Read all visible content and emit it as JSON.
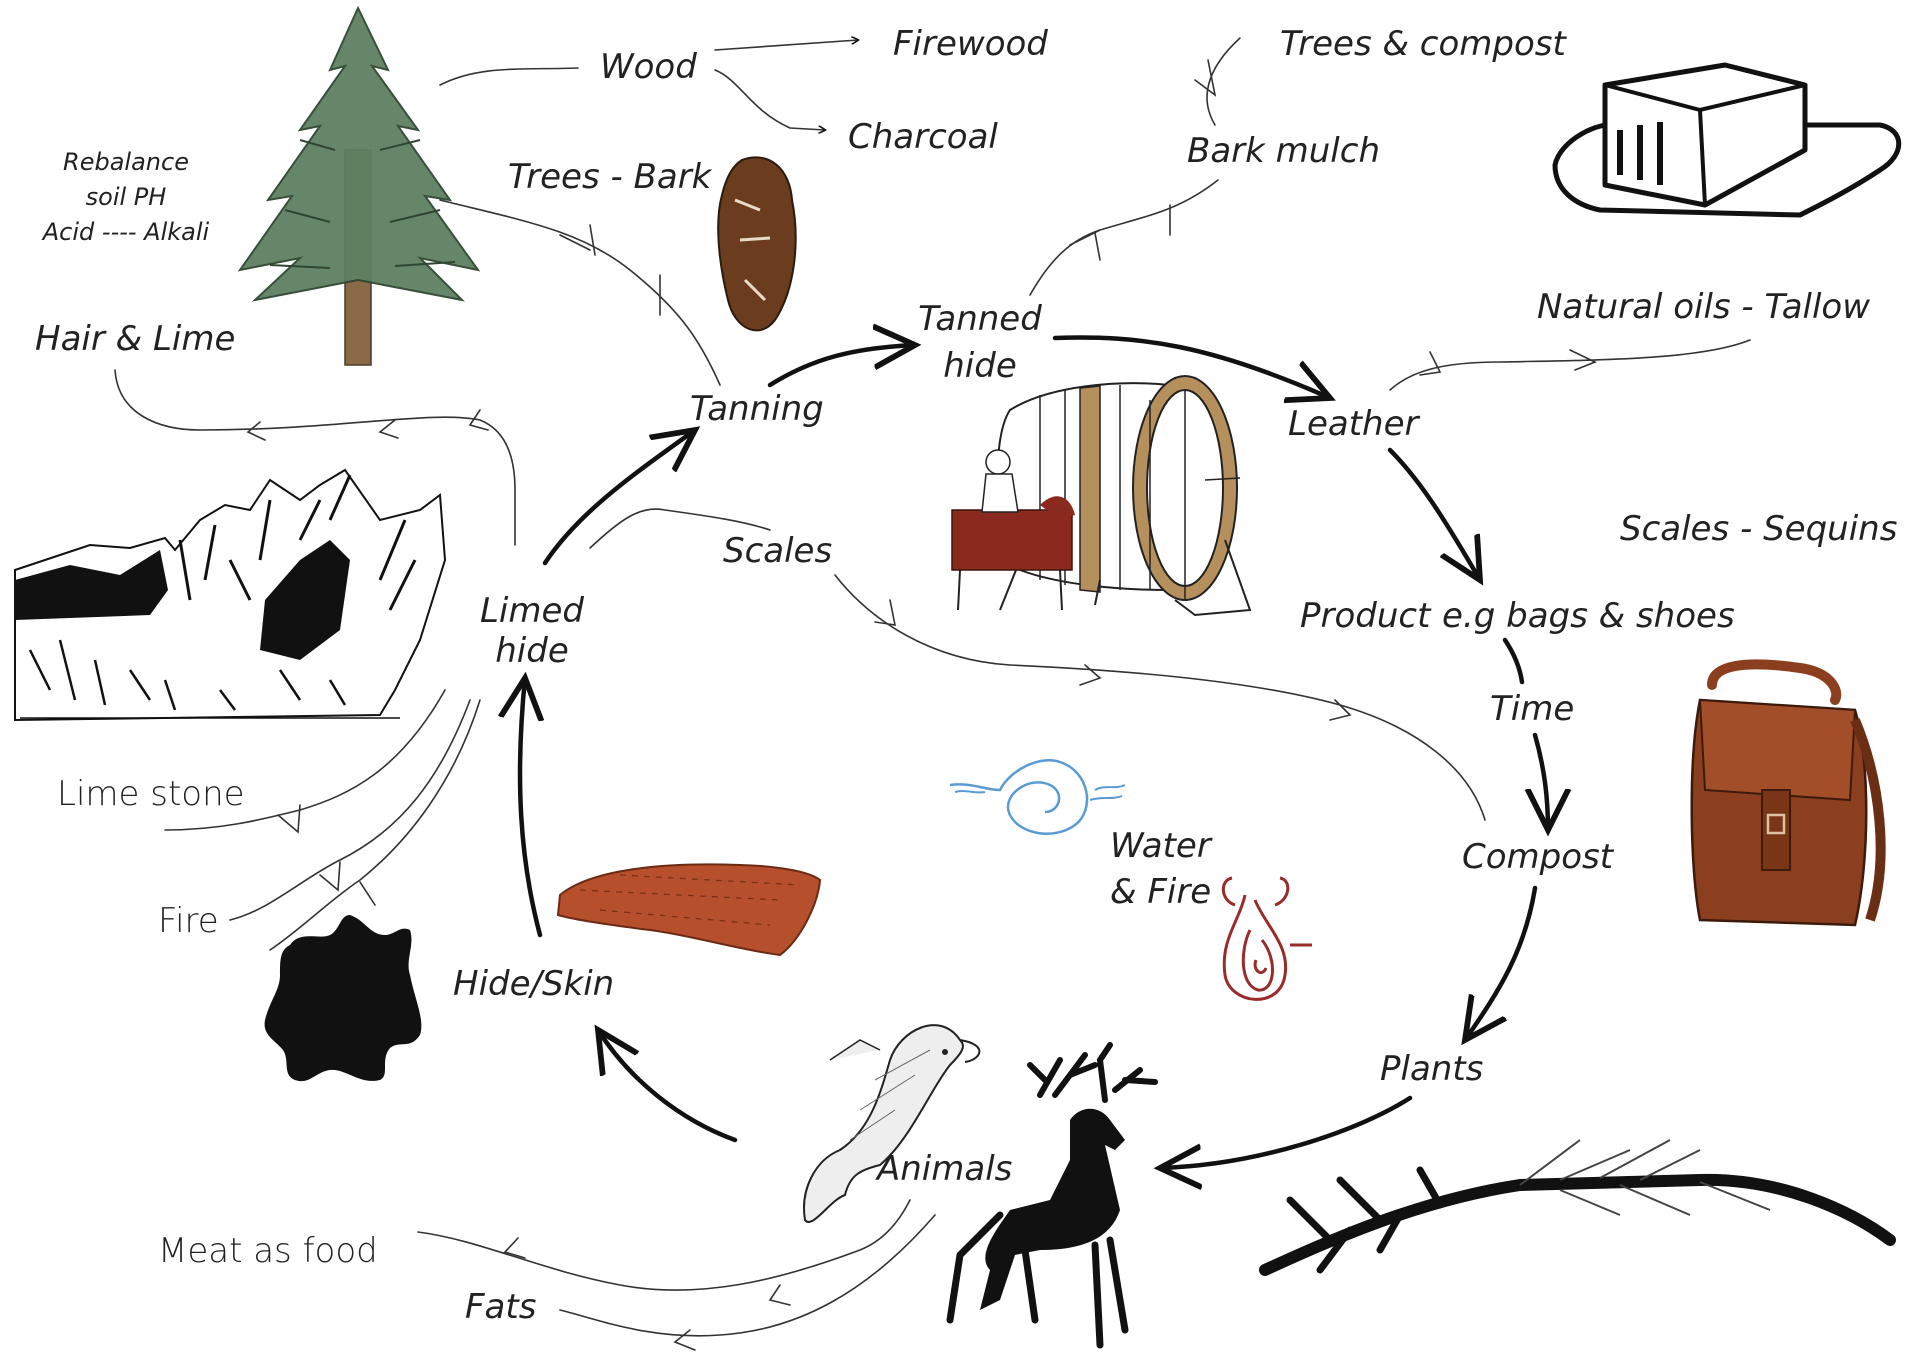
{
  "labels": {
    "wood": "Wood",
    "firewood": "Firewood",
    "charcoal": "Charcoal",
    "trees_compost": "Trees & compost",
    "bark_mulch": "Bark mulch",
    "rebalance_1": "Rebalance",
    "rebalance_2": "soil PH",
    "rebalance_3": "Acid ---- Alkali",
    "trees_bark": "Trees - Bark",
    "hair_lime": "Hair & Lime",
    "tanned_1": "Tanned",
    "tanned_2": "hide",
    "natural_oils": "Natural oils - Tallow",
    "tanning": "Tanning",
    "leather": "Leather",
    "scales": "Scales",
    "scales_sequins": "Scales - Sequins",
    "limed_1": "Limed",
    "limed_2": "hide",
    "product": "Product",
    "product_eg": "e.g  bags & shoes",
    "time": "Time",
    "lime_stone": "Lime stone",
    "water_fire_1": "Water",
    "water_fire_2": "& Fire",
    "compost": "Compost",
    "fire": "Fire",
    "hide_skin": "Hide/Skin",
    "plants": "Plants",
    "animals": "Animals",
    "meat_food": "Meat as food",
    "fats": "Fats"
  },
  "colors": {
    "ink": "#111111",
    "tree_green": "#5e8062",
    "trunk_brown": "#8a6a46",
    "bark_brown": "#6b3d1e",
    "drum_wood": "#b58f5c",
    "hide_red": "#8a2a1e",
    "fish_skin": "#b6502c",
    "water_blue": "#5a9bd4",
    "fire_red": "#9a2b2b",
    "bag_brown": "#8b3f1f"
  },
  "icons": [
    "pine-tree-illustration",
    "bark-piece-illustration",
    "tallow-block-illustration",
    "tanning-drum-illustration",
    "mountain-landscape-illustration",
    "leather-hide-icon",
    "fish-skin-illustration",
    "water-spiral-icon",
    "fire-spiral-icon",
    "leather-bag-illustration",
    "salmon-illustration",
    "deer-illustration",
    "branch-illustration"
  ]
}
